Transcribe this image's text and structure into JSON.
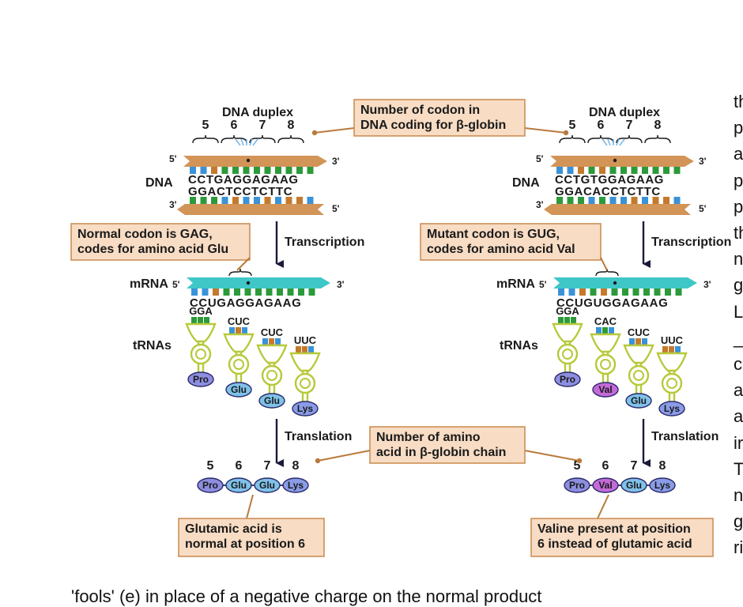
{
  "labels": {
    "dna_duplex": "DNA duplex",
    "dna": "DNA",
    "mrna": "mRNA",
    "trnas": "tRNAs",
    "five_prime": "5'",
    "three_prime": "3'",
    "transcription": "Transcription",
    "translation": "Translation"
  },
  "codon_positions": [
    "5",
    "6",
    "7",
    "8"
  ],
  "callouts": {
    "codon_number": [
      "Number of codon in",
      "DNA coding for β-globin"
    ],
    "normal_codon": [
      "Normal codon is GAG,",
      "codes for amino acid Glu"
    ],
    "mutant_codon": [
      "Mutant codon is GUG,",
      "codes for amino acid Val"
    ],
    "amino_acid_number": [
      "Number of amino",
      "acid in β-globin chain"
    ],
    "glutamic_normal": [
      "Glutamic acid is",
      "normal at position 6"
    ],
    "valine_present": [
      "Valine present at position",
      "6 instead of glutamic acid"
    ]
  },
  "normal": {
    "dna_top": "CCTGAGGAGAAG",
    "dna_bottom": "GGACTCCTCTTC",
    "mrna": "CCUGAGGAGAAG",
    "anticodons": [
      "GGA",
      "CUC",
      "CUC",
      "UUC"
    ],
    "amino_acids": [
      "Pro",
      "Glu",
      "Glu",
      "Lys"
    ]
  },
  "mutant": {
    "dna_top": "CCTGTGGAGAAG",
    "dna_bottom": "GGACACCTCTTC",
    "mrna": "CCUGUGGAGAAG",
    "anticodons": [
      "GGA",
      "CAC",
      "CUC",
      "UUC"
    ],
    "amino_acids": [
      "Pro",
      "Val",
      "Glu",
      "Lys"
    ]
  },
  "side_text": [
    "th",
    "p",
    "a",
    "p",
    "p",
    "th",
    "n",
    "g",
    "L",
    "_",
    "c",
    "a",
    "a",
    "ir",
    "T",
    "n",
    "g",
    "ri"
  ],
  "bottom_text": "'fools' (e) in place of a negative charge on the normal product",
  "colors": {
    "dna_backbone": "#d29457",
    "mrna_backbone": "#3fc7c7",
    "callout_bg": "#f8dcc4",
    "callout_border": "#c98a4f",
    "leader_line": "#b97a3c",
    "arrow": "#1a1a3a",
    "amino_pro": "#8e8ee0",
    "amino_glu": "#7fc1e8",
    "amino_lys": "#8a9ce8",
    "amino_val": "#c46ad8",
    "trna_body": "#b7c93a"
  }
}
